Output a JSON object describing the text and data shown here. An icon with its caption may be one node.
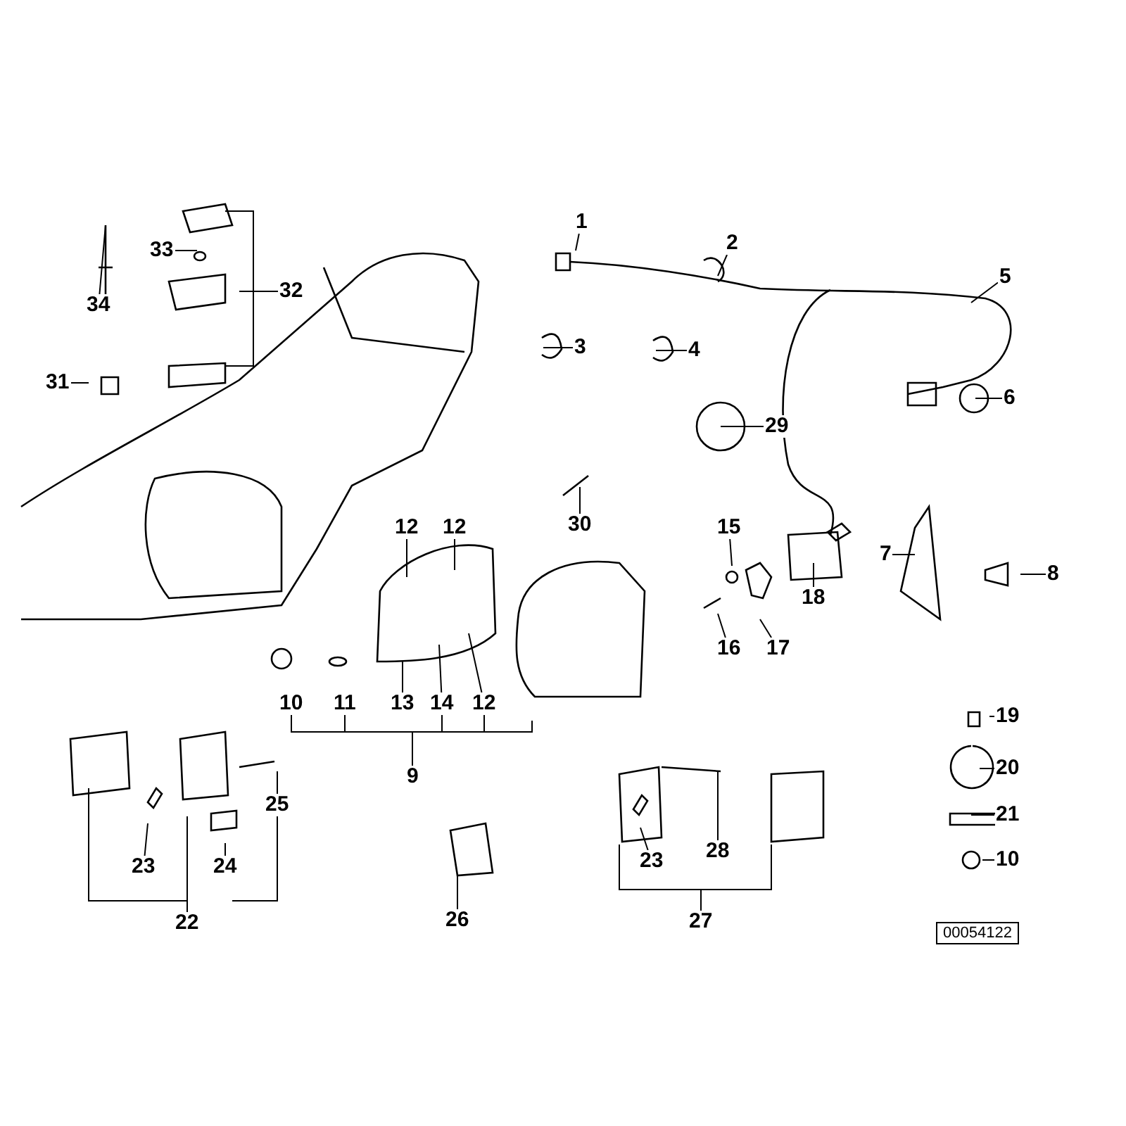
{
  "diagram": {
    "nodes": [
      {
        "text": [
          "1"
        ]
      },
      {
        "text": [
          "2"
        ]
      },
      {
        "text": [
          "5"
        ]
      },
      {
        "text": [
          "3"
        ]
      },
      {
        "text": [
          "4"
        ]
      },
      {
        "text": [
          "6"
        ]
      },
      {
        "text": [
          "29"
        ]
      },
      {
        "text": [
          "30"
        ]
      },
      {
        "text": [
          "15"
        ]
      },
      {
        "text": [
          "18"
        ]
      },
      {
        "text": [
          "16"
        ]
      },
      {
        "text": [
          "17"
        ]
      },
      {
        "text": [
          "7"
        ]
      },
      {
        "text": [
          "8"
        ]
      },
      {
        "text": [
          "12"
        ]
      },
      {
        "text": [
          "12"
        ]
      },
      {
        "text": [
          "10"
        ]
      },
      {
        "text": [
          "11"
        ]
      },
      {
        "text": [
          "13"
        ]
      },
      {
        "text": [
          "14"
        ]
      },
      {
        "text": [
          "12"
        ]
      },
      {
        "text": [
          "9"
        ]
      },
      {
        "text": [
          "34"
        ]
      },
      {
        "text": [
          "33"
        ]
      },
      {
        "text": [
          "32"
        ]
      },
      {
        "text": [
          "31"
        ]
      },
      {
        "text": [
          "19"
        ]
      },
      {
        "text": [
          "20"
        ]
      },
      {
        "text": [
          "21"
        ]
      },
      {
        "text": [
          "10"
        ]
      },
      {
        "text": [
          "25"
        ]
      },
      {
        "text": [
          "23"
        ]
      },
      {
        "text": [
          "24"
        ]
      },
      {
        "text": [
          "22"
        ]
      },
      {
        "text": [
          "28"
        ]
      },
      {
        "text": [
          "23"
        ]
      },
      {
        "text": [
          "27"
        ]
      },
      {
        "text": [
          "26"
        ]
      }
    ],
    "edges": [
      {
        "from": 0,
        "to": null,
        "arrow": "none"
      },
      {
        "from": 1,
        "to": null,
        "arrow": "none"
      },
      {
        "from": 2,
        "to": null,
        "arrow": "none"
      },
      {
        "from": 3,
        "to": null,
        "arrow": "none"
      },
      {
        "from": 4,
        "to": null,
        "arrow": "none"
      },
      {
        "from": 5,
        "to": null,
        "arrow": "none"
      },
      {
        "from": 6,
        "to": null,
        "arrow": "none"
      },
      {
        "from": 7,
        "to": null,
        "arrow": "none"
      },
      {
        "from": 8,
        "to": null,
        "arrow": "none"
      },
      {
        "from": 9,
        "to": null,
        "arrow": "none"
      },
      {
        "from": 10,
        "to": null,
        "arrow": "none"
      },
      {
        "from": 11,
        "to": null,
        "arrow": "none"
      },
      {
        "from": 12,
        "to": null,
        "arrow": "none"
      },
      {
        "from": 13,
        "to": null,
        "arrow": "none"
      },
      {
        "from": 14,
        "to": null,
        "arrow": "none"
      },
      {
        "from": 15,
        "to": null,
        "arrow": "none"
      },
      {
        "from": 18,
        "to": null,
        "arrow": "none"
      },
      {
        "from": 19,
        "to": null,
        "arrow": "none"
      },
      {
        "from": 20,
        "to": null,
        "arrow": "none"
      },
      {
        "from": 21,
        "to": 16,
        "arrow": "none"
      },
      {
        "from": 21,
        "to": 17,
        "arrow": "none"
      },
      {
        "from": 21,
        "to": 19,
        "arrow": "none"
      },
      {
        "from": 21,
        "to": 20,
        "arrow": "none"
      },
      {
        "from": 21,
        "to": null,
        "arrow": "none"
      },
      {
        "from": 22,
        "to": null,
        "arrow": "none"
      },
      {
        "from": 23,
        "to": null,
        "arrow": "none"
      },
      {
        "from": 24,
        "to": null,
        "arrow": "none"
      },
      {
        "from": 24,
        "to": null,
        "arrow": "none"
      },
      {
        "from": 24,
        "to": null,
        "arrow": "none"
      },
      {
        "from": 25,
        "to": null,
        "arrow": "none"
      },
      {
        "from": 26,
        "to": null,
        "arrow": "none"
      },
      {
        "from": 27,
        "to": null,
        "arrow": "none"
      },
      {
        "from": 28,
        "to": null,
        "arrow": "none"
      },
      {
        "from": 29,
        "to": null,
        "arrow": "none"
      },
      {
        "from": 30,
        "to": null,
        "arrow": "none"
      },
      {
        "from": 30,
        "to": null,
        "arrow": "none"
      },
      {
        "from": 31,
        "to": null,
        "arrow": "none"
      },
      {
        "from": 32,
        "to": null,
        "arrow": "none"
      },
      {
        "from": 33,
        "to": null,
        "arrow": "none"
      },
      {
        "from": 33,
        "to": null,
        "arrow": "none"
      },
      {
        "from": 34,
        "to": null,
        "arrow": "none"
      },
      {
        "from": 35,
        "to": null,
        "arrow": "none"
      },
      {
        "from": 36,
        "to": null,
        "arrow": "none"
      },
      {
        "from": 36,
        "to": null,
        "arrow": "none"
      },
      {
        "from": 37,
        "to": null,
        "arrow": "none"
      }
    ],
    "labels": [
      "00054122"
    ]
  }
}
